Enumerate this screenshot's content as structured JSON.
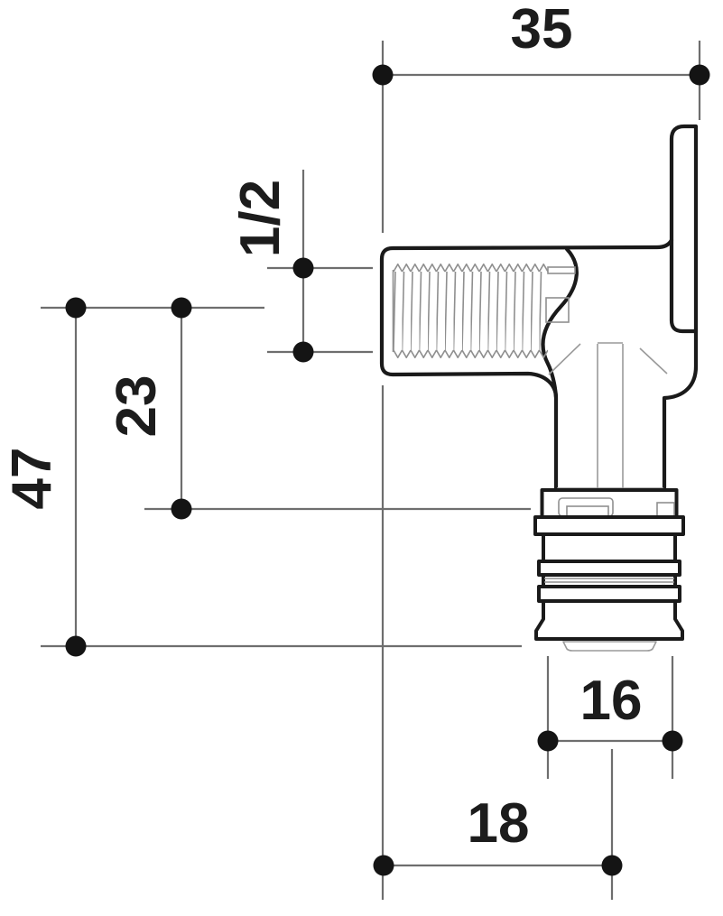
{
  "drawing": {
    "background": "#ffffff",
    "colors": {
      "outline": "#1a1a1a",
      "detail_lines": "#8f8f8f",
      "dimension_lines": "#6e6e6e",
      "dimension_markers": "#141414",
      "label_text": "#1c1c1c"
    },
    "dimensions": {
      "overall_width_top": {
        "label": "35"
      },
      "thread_size": {
        "label": "1/2"
      },
      "axis_to_sleeve": {
        "label": "23"
      },
      "axis_to_end": {
        "label": "47"
      },
      "pipe_diameter": {
        "label": "16"
      },
      "face_to_axis": {
        "label": "18"
      }
    }
  }
}
